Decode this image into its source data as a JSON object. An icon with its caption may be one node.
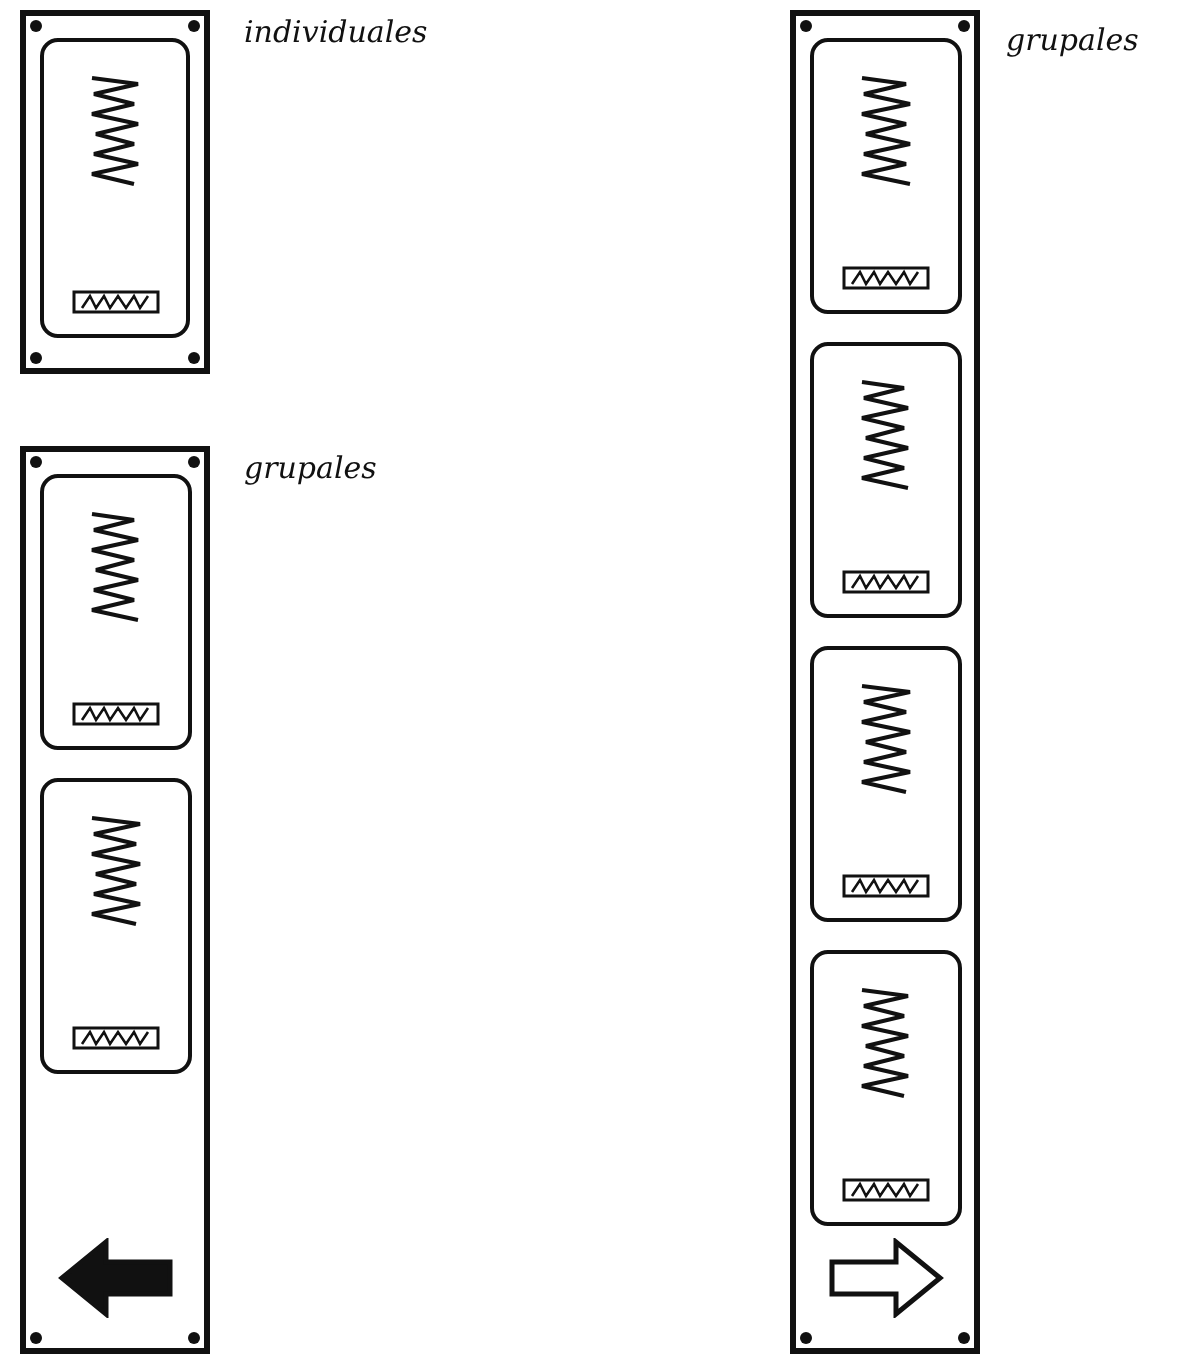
{
  "diagram": {
    "nodes": [
      {
        "text": [
          "individuales"
        ]
      },
      {
        "text": [],
        "shape": "box",
        "in": 0
      },
      {
        "text": [
          "grupales"
        ]
      },
      {
        "text": [],
        "shape": "box",
        "in": 2
      },
      {
        "text": [],
        "shape": "box",
        "in": 2
      },
      {
        "text": [
          "grupales"
        ]
      },
      {
        "text": [],
        "shape": "box",
        "in": 5
      },
      {
        "text": [],
        "shape": "box",
        "in": 5
      },
      {
        "text": [],
        "shape": "box",
        "in": 5
      },
      {
        "text": [],
        "shape": "box",
        "in": 5
      }
    ]
  }
}
